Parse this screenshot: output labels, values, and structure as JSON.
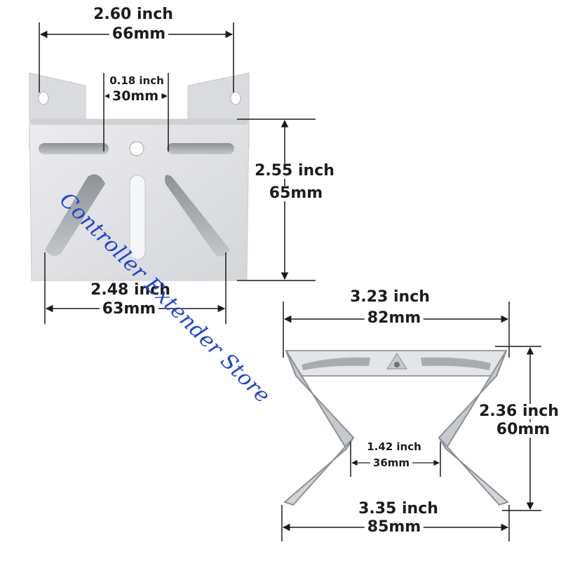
{
  "top_view": {
    "width_inch": "2.60 inch",
    "width_mm": "66mm",
    "slot_gap_inch": "0.18 inch",
    "slot_gap_mm": "30mm",
    "height_inch": "2.55 inch",
    "height_mm": "65mm",
    "bottom_width_inch": "2.48 inch",
    "bottom_width_mm": "63mm"
  },
  "side_view": {
    "top_width_inch": "3.23 inch",
    "top_width_mm": "82mm",
    "height_inch": "2.36 inch",
    "height_mm": "60mm",
    "inner_gap_inch": "1.42 inch",
    "inner_gap_mm": "36mm",
    "bottom_width_inch": "3.35 inch",
    "bottom_width_mm": "85mm"
  },
  "watermark": "Controller Extender Store",
  "colors": {
    "metal_light": "#e6e7e9",
    "metal_dark": "#b9bbbf",
    "line": "#1a1a1a",
    "watermark": "#1f45d6"
  }
}
